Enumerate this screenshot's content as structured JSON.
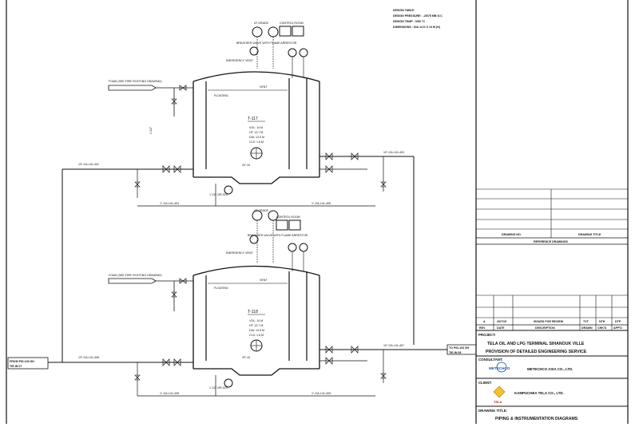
{
  "design_notes": {
    "line1": "DESIGN TABLE",
    "line2": "DESIGN PRESSURE : -25/75 MB G.C",
    "line3": "DESIGN TEMP : 0/50 °C",
    "line4": "DIMENSIONS : DIA 14 D X 13 M (H)"
  },
  "tanks": [
    {
      "tag": "T-117",
      "spec": [
        "VOL: 14 M",
        "HT: 13.7 M",
        "DIA: 13.5 M",
        "CLS: 1.8 M"
      ],
      "foam_label": "FOAM (SEE FIRE FIGHTING DRAWING)",
      "instr_top": [
        "AT GRADE",
        "CONTROL ROOM"
      ],
      "emergency_vent": "EMERGENCY VENT",
      "breather_valve": "BREATHER VALVE WITH FLAME ARRESTOR",
      "vent_label": "VENT",
      "float_label": "FLOATING",
      "drain_label": "1 1/2\"-DR-024",
      "line_in": "10\"-OA-141-401",
      "line_out": "10\"-OA-141-403",
      "line_bottom": "1\"-OA-141-404",
      "line_bottom2": "1\"-OA-141-405",
      "small_line": "1 1/2\"",
      "nozzle": "20\"-DI"
    },
    {
      "tag": "T-118",
      "spec": [
        "VOL: 14 M",
        "HT: 13.7 M",
        "DIA: 13.5 M",
        "CLS: 1.8 M"
      ],
      "foam_label": "FOAM (SEE FIRE FIGHTING DRAWING)",
      "instr_top": [
        "AT GRADE",
        "CONTROL ROOM"
      ],
      "emergency_vent": "EMERGENCY VENT",
      "breather_valve": "BREATHER VALVE WITH FLAME ARRESTOR",
      "vent_label": "VENT",
      "float_label": "FLOATING",
      "drain_label": "1 1/2\"-DR-024",
      "line_in": "10\"-OA-141-406",
      "line_out": "10\"-OA-141-407",
      "line_bottom": "1\"-OA-141-408",
      "line_bottom2": "1\"-OA-141-409",
      "small_line": "1 1/2\"",
      "nozzle": "20\"-DI"
    }
  ],
  "offsheet_from": [
    "FROM PID-103 SH",
    "TIE-IN 07"
  ],
  "offsheet_to": [
    "TO PID-103 SH",
    "TIE-IN 08"
  ],
  "titleblock": {
    "ref_headers": {
      "drawing_no": "DRAWING NO.",
      "drawing_title": "DRAWING TITLE"
    },
    "ref_caption": "REFERENCE DRAWINGS",
    "revision": {
      "rev": "A",
      "date": "20/7/15",
      "description": "ISSUED FOR REVIEW",
      "drawn": "TVT",
      "chkd": "NTH",
      "appd": "DTP"
    },
    "rev_headers": {
      "rev": "REV.",
      "date": "DATE",
      "description": "DESCRIPTION",
      "drawn": "DRAWN",
      "chkd": "CHK'D",
      "appd": "APP'D"
    },
    "project_label": "PROJECT:",
    "project_line1": "TELA OIL AND LPG TERMINAL SIHANOUK VILLE",
    "project_line2": "PROVISION OF DETAILED ENGINEERING SERVICE",
    "consultant_label": "CONSULTANT:",
    "consultant_logo": "METECHCO",
    "consultant_name": "METECHCO ASIA CO., LTD.",
    "client_label": "CLIENT:",
    "client_logo": "TELA",
    "client_name": "KAMPUCHEA TELA CO., LTD.",
    "drawing_title_label": "DRAWING TITLE:",
    "drawing_title": "PIPING & INSTRUMENTATION DIAGRAMS"
  }
}
